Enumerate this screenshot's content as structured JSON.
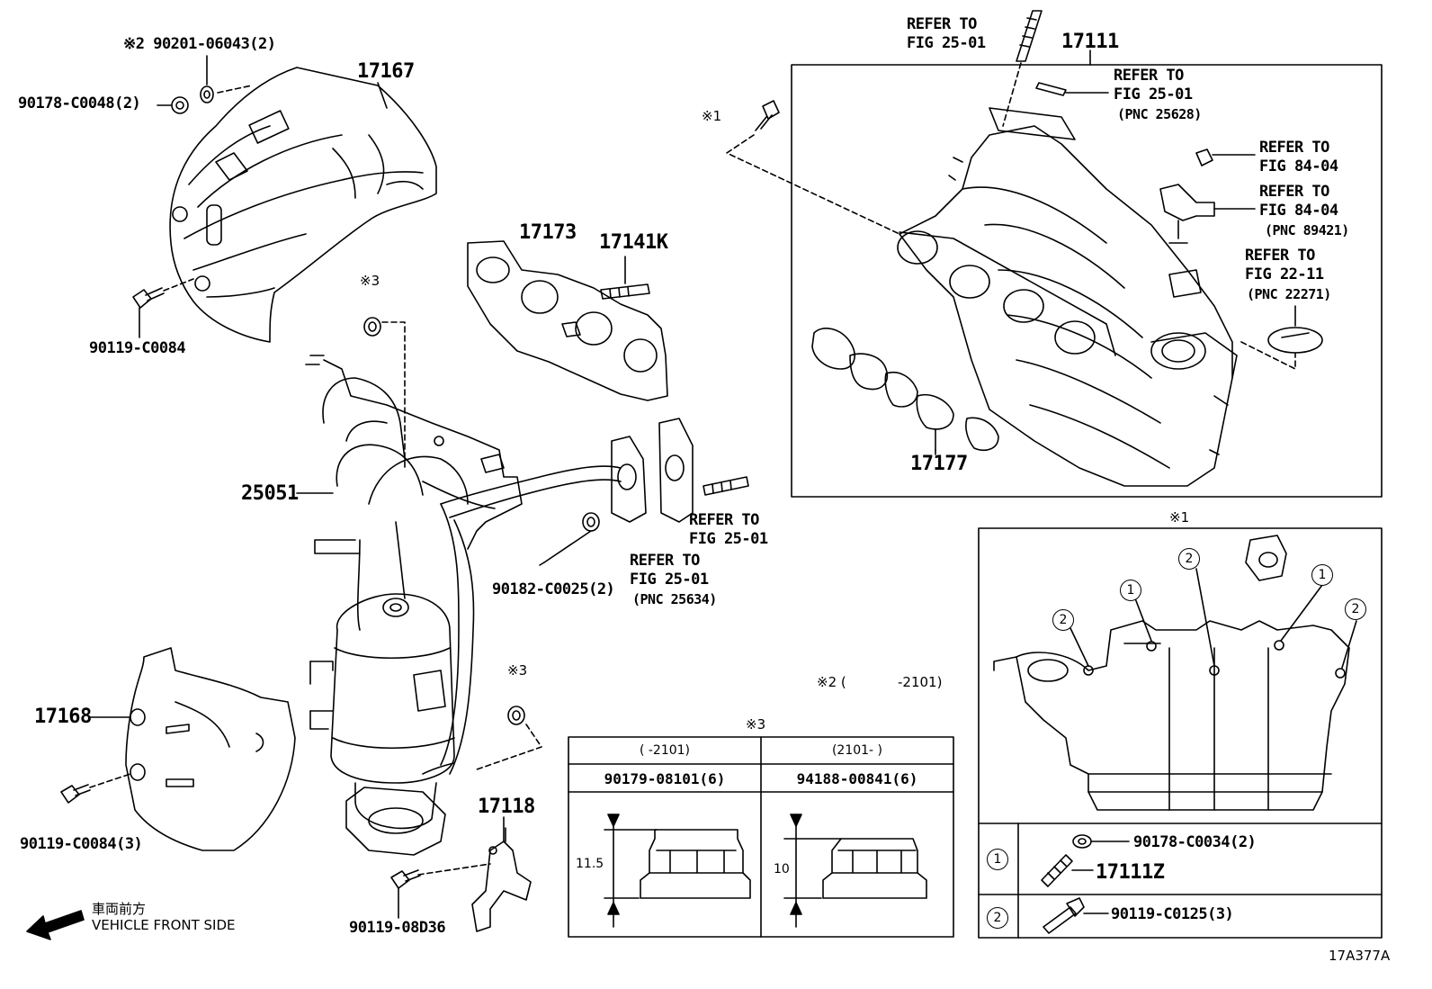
{
  "labels": {
    "p17167": "17167",
    "p90201": "※2 90201-06043(2)",
    "p90178_48": "90178-C0048(2)",
    "p90119_c0084": "90119-C0084",
    "p17173": "17173",
    "p17141k": "17141K",
    "note3_top": "※3",
    "p25051": "25051",
    "p90182": "90182-C0025(2)",
    "refer_a1": "REFER TO",
    "refer_a2": "FIG 25-01",
    "refer_b1": "REFER TO",
    "refer_b2": "FIG 25-01",
    "refer_b3": "(PNC 25634)",
    "p17168": "17168",
    "p90119_c0084_3": "90119-C0084(3)",
    "note3_mid": "※3",
    "p17118": "17118",
    "p90119_08d36": "90119-08D36",
    "front_jp": "車両前方",
    "front_en": "VEHICLE FRONT SIDE",
    "refer_c1": "REFER TO",
    "refer_c2": "FIG 25-01",
    "p17111": "17111",
    "refer_d1": "REFER TO",
    "refer_d2": "FIG 25-01",
    "refer_d3": "(PNC 25628)",
    "note1_bolt": "※1",
    "refer_e1": "REFER TO",
    "refer_e2": "FIG 84-04",
    "refer_f1": "REFER TO",
    "refer_f2": "FIG 84-04",
    "refer_f3": "(PNC 89421)",
    "refer_g1": "REFER TO",
    "refer_g2": "FIG 22-11",
    "refer_g3": "(PNC 22271)",
    "p17177": "17177",
    "note1_box": "※1",
    "note2_prefix": "※2 (",
    "note2_suffix": "-2101)",
    "p90178_34": "90178-C0034(2)",
    "p17111z": "17111Z",
    "p90119_c0125": "90119-C0125(3)",
    "circle1": "1",
    "circle2": "2",
    "fig_code": "17A377A"
  },
  "nut_table": {
    "title": "※3",
    "col1_range": "(       -2101)",
    "col2_range": "(2101-       )",
    "col1_part": "90179-08101(6)",
    "col2_part": "94188-00841(6)",
    "col1_dim": "11.5",
    "col2_dim": "10"
  }
}
